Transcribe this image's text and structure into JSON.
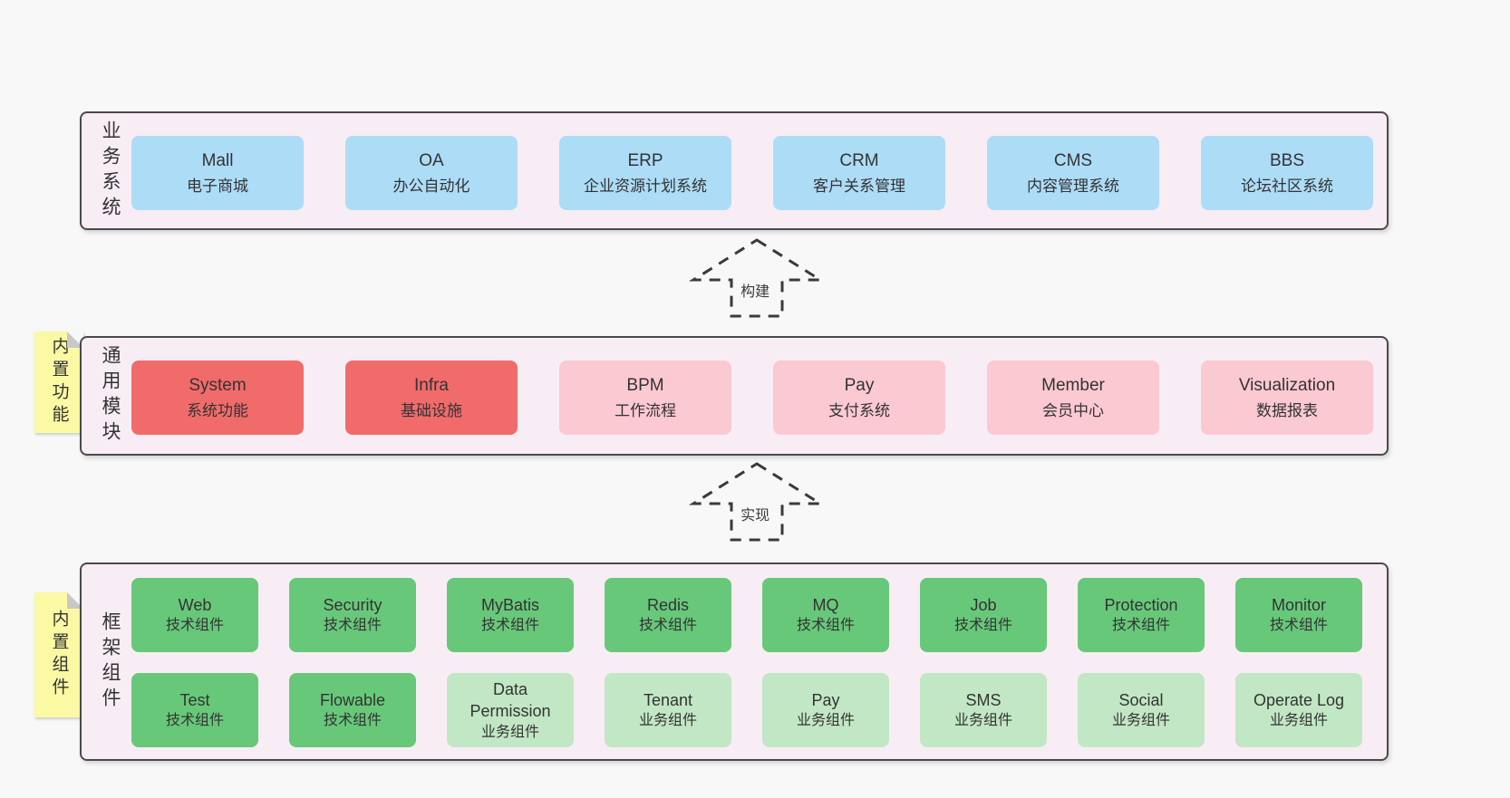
{
  "palette": {
    "bg": "#f8f8f8",
    "panel-bg": "#f8edf5",
    "panel-border": "#4a4a4a",
    "blue": "#addcf7",
    "red": "#f16b6b",
    "pink": "#fbc9d2",
    "green": "#68c87a",
    "green-light": "#c2e7c4",
    "sticky": "#fbf9a3",
    "sticky-fold": "#c8c8c8",
    "text": "#333333",
    "arrow": "#3a3a3a"
  },
  "arrows": {
    "build": "构建",
    "implement": "实现"
  },
  "business": {
    "side_label": "业务系统",
    "boxes": [
      {
        "name": "Mall",
        "subtitle": "电子商城"
      },
      {
        "name": "OA",
        "subtitle": "办公自动化"
      },
      {
        "name": "ERP",
        "subtitle": "企业资源计划系统"
      },
      {
        "name": "CRM",
        "subtitle": "客户关系管理"
      },
      {
        "name": "CMS",
        "subtitle": "内容管理系统"
      },
      {
        "name": "BBS",
        "subtitle": "论坛社区系统"
      }
    ]
  },
  "modules": {
    "side_label": "通用模块",
    "sticky_note": "内置功能",
    "boxes": [
      {
        "name": "System",
        "subtitle": "系统功能"
      },
      {
        "name": "Infra",
        "subtitle": "基础设施"
      },
      {
        "name": "BPM",
        "subtitle": "工作流程"
      },
      {
        "name": "Pay",
        "subtitle": "支付系统"
      },
      {
        "name": "Member",
        "subtitle": "会员中心"
      },
      {
        "name": "Visualization",
        "subtitle": "数据报表"
      }
    ]
  },
  "components": {
    "side_label": "框架组件",
    "sticky_note": "内置组件",
    "row1": [
      {
        "name": "Web",
        "subtitle": "技术组件"
      },
      {
        "name": "Security",
        "subtitle": "技术组件"
      },
      {
        "name": "MyBatis",
        "subtitle": "技术组件"
      },
      {
        "name": "Redis",
        "subtitle": "技术组件"
      },
      {
        "name": "MQ",
        "subtitle": "技术组件"
      },
      {
        "name": "Job",
        "subtitle": "技术组件"
      },
      {
        "name": "Protection",
        "subtitle": "技术组件"
      },
      {
        "name": "Monitor",
        "subtitle": "技术组件"
      }
    ],
    "row2": [
      {
        "name": "Test",
        "subtitle": "技术组件"
      },
      {
        "name": "Flowable",
        "subtitle": "技术组件"
      },
      {
        "name": "Data Permission",
        "subtitle": "业务组件"
      },
      {
        "name": "Tenant",
        "subtitle": "业务组件"
      },
      {
        "name": "Pay",
        "subtitle": "业务组件"
      },
      {
        "name": "SMS",
        "subtitle": "业务组件"
      },
      {
        "name": "Social",
        "subtitle": "业务组件"
      },
      {
        "name": "Operate Log",
        "subtitle": "业务组件"
      }
    ]
  }
}
